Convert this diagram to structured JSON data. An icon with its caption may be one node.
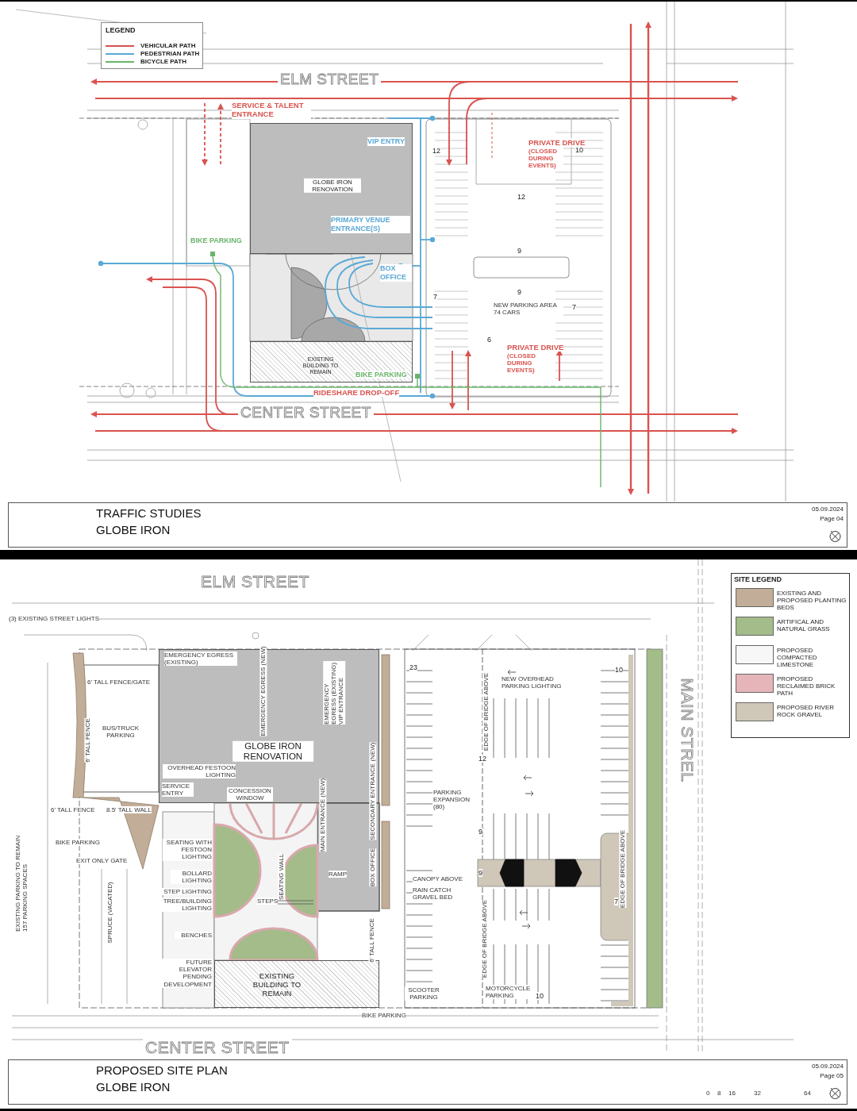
{
  "diagram": {
    "nodes": [
      {
        "text": [
          "TRAFFIC STUDIES",
          "GLOBE IRON",
          "05.09.2024",
          "Page 04"
        ]
      },
      {
        "text": [
          "GLOBE IRON RENOVATION"
        ]
      },
      {
        "text": [
          "EXISTING BUILDING TO REMAIN"
        ]
      },
      {
        "text": [
          "GLOBE IRON RENOVATION"
        ]
      },
      {
        "text": [
          "EXISTING BUILDING TO REMAIN"
        ]
      },
      {
        "text": [
          "PROPOSED SITE PLAN",
          "GLOBE IRON",
          "05.09.2024",
          "Page 05"
        ]
      }
    ],
    "labels": [
      "LEGEND",
      "ELM STREET",
      "SERVICE & TALENT ENTRANCE",
      "VIP ENTRY",
      "PRIMARY VENUE ENTRANCE(S)",
      "BIKE PARKING",
      "BOX OFFICE",
      "PRIVATE DRIVE",
      "(CLOSED DURING EVENTS)",
      "PRIVATE DRIVE",
      "(CLOSED DURING EVENTS)",
      "NEW PARKING AREA 74 CARS",
      "BIKE PARKING",
      "RIDESHARE DROP-OFF",
      "CENTER STREET",
      "12",
      "10",
      "12",
      "9",
      "9",
      "7",
      "7",
      "6",
      "ELM STREET",
      "(3) EXISTING STREET LIGHTS",
      "EMERGENCY EGRESS (EXISTING)",
      "EMERGENCY EGRESS (NEW)",
      "EMERGENCY EGRESS (EXISTING) VIP ENTRANCE",
      "6' TALL FENCE/GATE",
      "BUS/TRUCK PARKING",
      "6' TALL FENCE",
      "OVERHEAD FESTOON LIGHTING",
      "SERVICE ENTRY",
      "CONCESSION WINDOW",
      "6' TALL FENCE",
      "8.5' TALL WALL",
      "BIKE PARKING",
      "EXIT ONLY GATE",
      "EXISTING PARKING TO REMAIN 157 PARKING SPACES",
      "SPRUCE (VACATED)",
      "SEATING WITH FESTOON LIGHTING",
      "BOLLARD LIGHTING",
      "STEP LIGHTING",
      "TREE/BUILDING LIGHTING",
      "SEATING WALL",
      "BENCHES",
      "FUTURE ELEVATOR PENDING DEVELOPMENT",
      "MAIN ENTRANCE (NEW)",
      "SECONDARY ENTRANCE (NEW)",
      "BOX OFFICE",
      "STEPS",
      "RAMP",
      "6' TALL FENCE",
      "SCOOTER PARKING",
      "BIKE PARKING",
      "23",
      "NEW OVERHEAD PARKING LIGHTING",
      "10",
      "EDGE OF BRIDGE ABOVE",
      "12",
      "PARKING EXPANSION (80)",
      "9",
      "9",
      "EDGE OF BRIDGE ABOVE",
      "CANOPY ABOVE",
      "RAIN CATCH GRAVEL BED",
      "7",
      "EDGE OF BRIDGE ABOVE",
      "MOTORCYCLE PARKING",
      "10",
      "MAIN STREL",
      "CENTER STREET",
      "SITE LEGEND",
      "0",
      "8",
      "16",
      "32",
      "64"
    ],
    "legend": [
      {
        "text": "VEHICULAR PATH"
      },
      {
        "text": "PEDESTRIAN PATH"
      },
      {
        "text": "BICYCLE PATH"
      },
      {
        "text": "EXISTING AND PROPOSED PLANTING BEDS",
        "color": "#c2ae98"
      },
      {
        "text": "ARTIFICAL AND NATURAL GRASS",
        "color": "#a3bc8a"
      },
      {
        "text": "PROPOSED COMPACTED LIMESTONE",
        "color": "#f7f7f7"
      },
      {
        "text": "PROPOSED RECLAIMED BRICK PATH",
        "color": "#e5b5ba"
      },
      {
        "text": "PROPOSED RIVER ROCK GRAVEL",
        "color": "#cfc7b8"
      }
    ]
  }
}
